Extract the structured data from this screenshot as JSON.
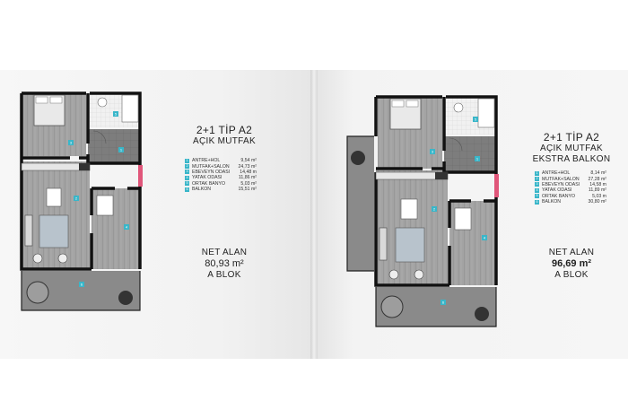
{
  "colors": {
    "accent": "#39b6c9",
    "wall": "#111111",
    "floor": "#9a9a9a",
    "ext_wall": "#e0567a"
  },
  "plans": [
    {
      "title": "2+1 TİP A2",
      "subtitle": "AÇIK MUTFAK",
      "extra": "",
      "rooms": [
        {
          "num": "1",
          "label": "ANTRE+HOL",
          "value": "9,54 m²"
        },
        {
          "num": "2",
          "label": "MUTFAK+SALON",
          "value": "24,73 m²"
        },
        {
          "num": "3",
          "label": "EBEVEYN ODASI",
          "value": "14,48 m"
        },
        {
          "num": "4",
          "label": "YATAK ODASI",
          "value": "11,86 m²"
        },
        {
          "num": "5",
          "label": "ORTAK BANYO",
          "value": "5,03 m²"
        },
        {
          "num": "6",
          "label": "BALKON",
          "value": "15,51 m²"
        }
      ],
      "net_label": "NET ALAN",
      "net_value": "80,93 m²",
      "block": "A BLOK"
    },
    {
      "title": "2+1 TİP A2",
      "subtitle": "AÇIK MUTFAK",
      "extra": "EKSTRA BALKON",
      "rooms": [
        {
          "num": "1",
          "label": "ANTRE+HOL",
          "value": "8,14 m²"
        },
        {
          "num": "2",
          "label": "MUTFAK+SALON",
          "value": "27,28 m²"
        },
        {
          "num": "3",
          "label": "EBEVEYN ODASI",
          "value": "14,58 m"
        },
        {
          "num": "4",
          "label": "YATAK ODASI",
          "value": "11,89 m²"
        },
        {
          "num": "5",
          "label": "ORTAK BANYO",
          "value": "5,03 m"
        },
        {
          "num": "6",
          "label": "BALKON",
          "value": "30,80 m²"
        }
      ],
      "net_label": "NET ALAN",
      "net_value": "96,69 m²",
      "block": "A BLOK"
    }
  ],
  "room_markers": [
    "1",
    "2",
    "3",
    "4",
    "5",
    "6"
  ]
}
